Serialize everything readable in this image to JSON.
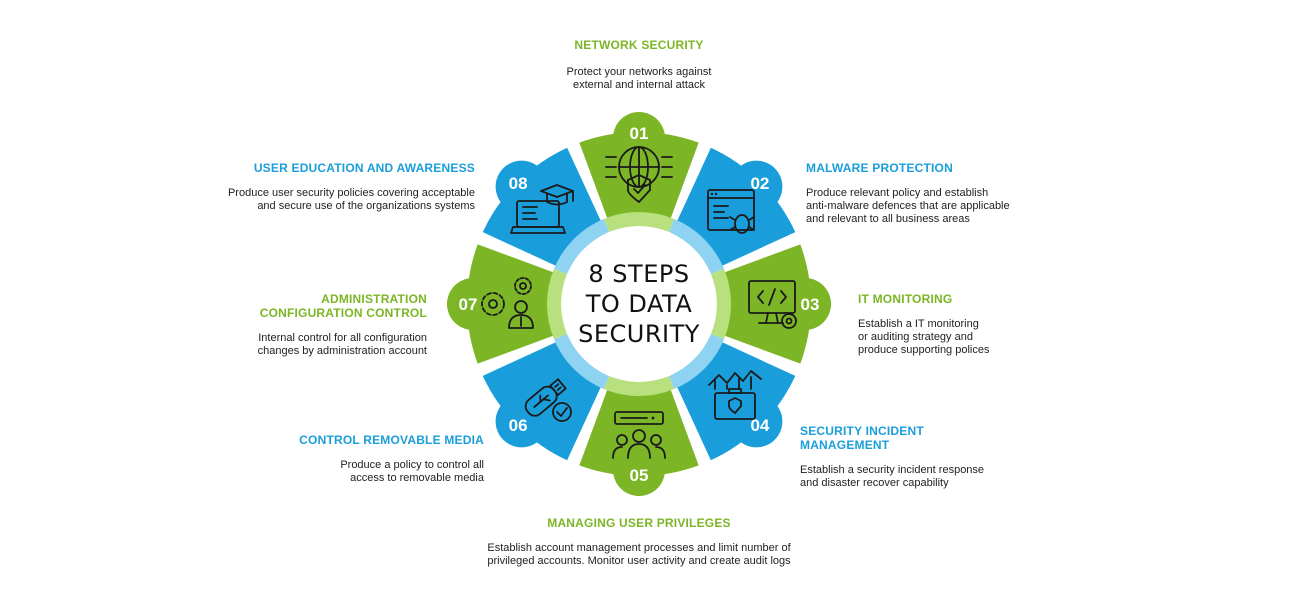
{
  "center": {
    "line1": "8 STEPS",
    "line2": "TO DATA",
    "line3": "SECURITY"
  },
  "colors": {
    "green": "#7cb526",
    "blue": "#1a9edb",
    "ring_light_blue": "#8fd3f2",
    "ring_light_green": "#b9e07e"
  },
  "steps": [
    {
      "num": "01",
      "title": [
        "NETWORK SECURITY"
      ],
      "desc": [
        "Protect your networks against",
        "external and internal attack"
      ],
      "color": "green",
      "icon": "globe-shield-icon"
    },
    {
      "num": "02",
      "title": [
        "MALWARE PROTECTION"
      ],
      "desc": [
        "Produce relevant policy and establish",
        "anti-malware defences that are applicable",
        "and relevant to all business areas"
      ],
      "color": "blue",
      "icon": "browser-bug-icon"
    },
    {
      "num": "03",
      "title": [
        "IT MONITORING"
      ],
      "desc": [
        "Establish a IT monitoring",
        "or auditing strategy and",
        "produce supporting polices"
      ],
      "color": "green",
      "icon": "monitor-code-icon"
    },
    {
      "num": "04",
      "title": [
        "SECURITY INCIDENT",
        "MANAGEMENT"
      ],
      "desc": [
        "Establish a security incident response",
        "and disaster recover capability"
      ],
      "color": "blue",
      "icon": "briefcase-chart-icon"
    },
    {
      "num": "05",
      "title": [
        "MANAGING USER PRIVILEGES"
      ],
      "desc": [
        "Establish account management processes and limit number of",
        "privileged accounts. Monitor user activity and create audit logs"
      ],
      "color": "green",
      "icon": "user-group-icon"
    },
    {
      "num": "06",
      "title": [
        "CONTROL REMOVABLE MEDIA"
      ],
      "desc": [
        "Produce a policy to control all",
        "access to removable media"
      ],
      "color": "blue",
      "icon": "usb-drive-icon"
    },
    {
      "num": "07",
      "title": [
        "ADMINISTRATION",
        "CONFIGURATION CONTROL"
      ],
      "desc": [
        "Internal control for all configuration",
        "changes by administration account"
      ],
      "color": "green",
      "icon": "gears-person-icon"
    },
    {
      "num": "08",
      "title": [
        "USER EDUCATION AND AWARENESS"
      ],
      "desc": [
        "Produce user security policies covering acceptable",
        "and secure use of the organizations systems"
      ],
      "color": "blue",
      "icon": "laptop-graduation-icon"
    }
  ]
}
